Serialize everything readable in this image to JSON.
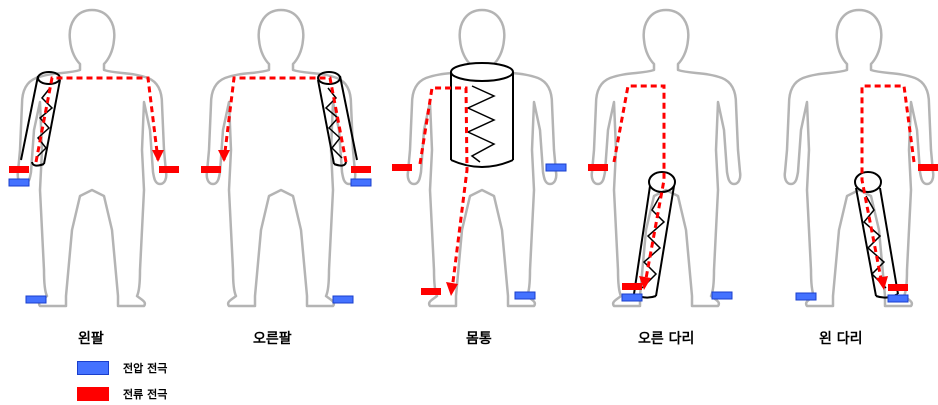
{
  "colors": {
    "voltage_electrode": "#4472ff",
    "current_electrode": "#ff0000",
    "body_outline": "#b4b4b4",
    "segment_outline": "#000000"
  },
  "segments": [
    {
      "label": "왼팔"
    },
    {
      "label": "오른팔"
    },
    {
      "label": "몸통"
    },
    {
      "label": "오른 다리"
    },
    {
      "label": "왼 다리"
    }
  ],
  "legend": {
    "voltage": "전압 전극",
    "current": "전류 전극"
  }
}
